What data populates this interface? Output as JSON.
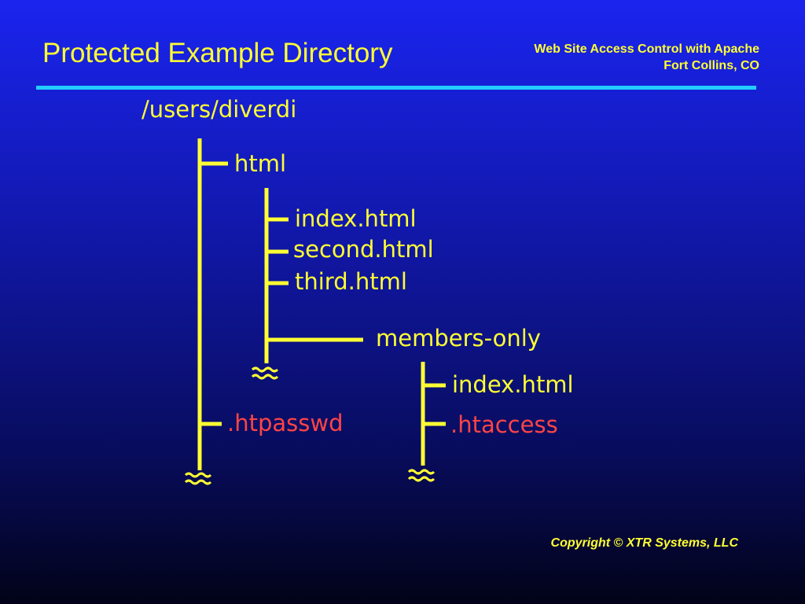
{
  "slide": {
    "title": "Protected Example Directory",
    "subtitle_line1": "Web Site Access Control with Apache",
    "subtitle_line2": "Fort Collins, CO",
    "copyright": "Copyright © XTR Systems, LLC"
  },
  "tree": {
    "root": "/users/diverdi",
    "html": "html",
    "html_index": "index.html",
    "html_second": "second.html",
    "html_third": "third.html",
    "members_only": "members-only",
    "members_index": "index.html",
    "members_htaccess": ".htaccess",
    "htpasswd": ".htpasswd"
  },
  "colors": {
    "text_yellow": "#ffff33",
    "text_red": "#ff4444",
    "rule_cyan": "#22ccff"
  }
}
